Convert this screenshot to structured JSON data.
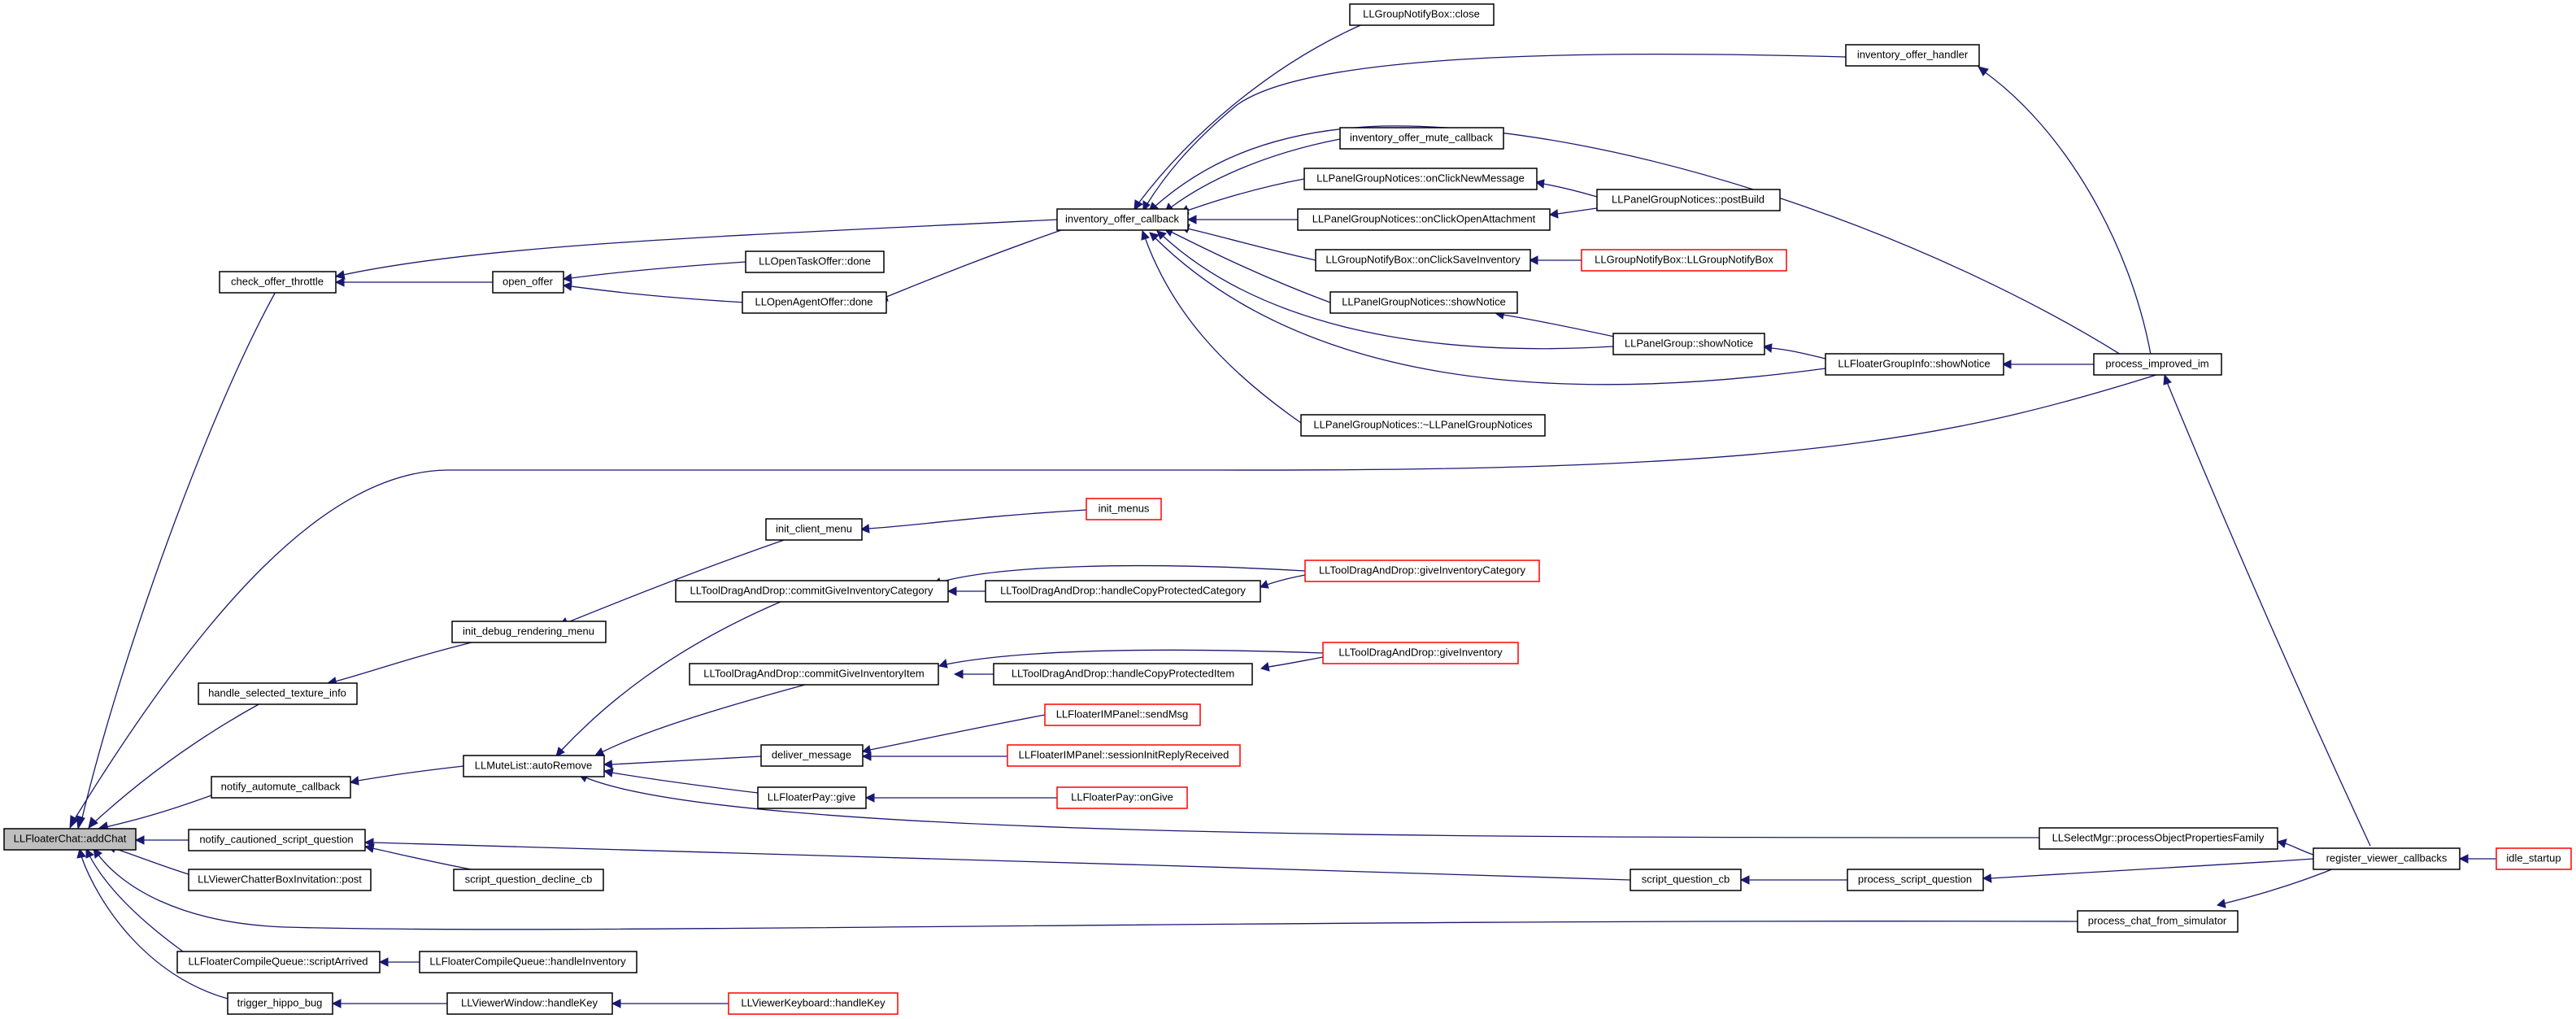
{
  "colors": {
    "edge": "#191970",
    "truncated_border": "#ff0000",
    "root_fill": "#bfbfbf"
  },
  "nodes": {
    "n_addChat": "LLFloaterChat::addChat",
    "n_check_offer_throttle": "check_offer_throttle",
    "n_open_offer": "open_offer",
    "n_opentask_done": "LLOpenTaskOffer::done",
    "n_openagent_done": "LLOpenAgentOffer::done",
    "n_inventory_offer_callback": "inventory_offer_callback",
    "n_groupnotifybox_close": "LLGroupNotifyBox::close",
    "n_inventory_offer_handler": "inventory_offer_handler",
    "n_inventory_offer_mute_callback": "inventory_offer_mute_callback",
    "n_onclicknewmessage": "LLPanelGroupNotices::onClickNewMessage",
    "n_onclickopenattachment": "LLPanelGroupNotices::onClickOpenAttachment",
    "n_postbuild": "LLPanelGroupNotices::postBuild",
    "n_onclicksaveinventory": "LLGroupNotifyBox::onClickSaveInventory",
    "n_groupnotifybox_ctor": "LLGroupNotifyBox::LLGroupNotifyBox",
    "n_panelgroupnotices_shownotice": "LLPanelGroupNotices::showNotice",
    "n_panelgroup_shownotice": "LLPanelGroup::showNotice",
    "n_floatergroupinfo_shownotice": "LLFloaterGroupInfo::showNotice",
    "n_process_improved_im": "process_improved_im",
    "n_panelgroupnotices_dtor": "LLPanelGroupNotices::~LLPanelGroupNotices",
    "n_init_client_menu": "init_client_menu",
    "n_init_menus": "init_menus",
    "n_commitgiveinventorycategory": "LLToolDragAndDrop::commitGiveInventoryCategory",
    "n_handlecopyprotectedcategory": "LLToolDragAndDrop::handleCopyProtectedCategory",
    "n_giveinventorycategory": "LLToolDragAndDrop::giveInventoryCategory",
    "n_init_debug_rendering_menu": "init_debug_rendering_menu",
    "n_commitgiveinventoryitem": "LLToolDragAndDrop::commitGiveInventoryItem",
    "n_handlecopyprotecteditem": "LLToolDragAndDrop::handleCopyProtectedItem",
    "n_giveinventory": "LLToolDragAndDrop::giveInventory",
    "n_handle_selected_texture_info": "handle_selected_texture_info",
    "n_sendmsg": "LLFloaterIMPanel::sendMsg",
    "n_deliver_message": "deliver_message",
    "n_sessioninitreplyreceived": "LLFloaterIMPanel::sessionInitReplyReceived",
    "n_notify_automute_callback": "notify_automute_callback",
    "n_mutelist_autoremove": "LLMuteList::autoRemove",
    "n_floaterpay_give": "LLFloaterPay::give",
    "n_floaterpay_ongive": "LLFloaterPay::onGive",
    "n_notify_cautioned_script_question": "notify_cautioned_script_question",
    "n_processobjectpropertiesfamily": "LLSelectMgr::processObjectPropertiesFamily",
    "n_register_viewer_callbacks": "register_viewer_callbacks",
    "n_idle_startup": "idle_startup",
    "n_chatterbox_post": "LLViewerChatterBoxInvitation::post",
    "n_script_question_decline_cb": "script_question_decline_cb",
    "n_script_question_cb": "script_question_cb",
    "n_process_script_question": "process_script_question",
    "n_process_chat_from_simulator": "process_chat_from_simulator",
    "n_compilequeue_scriptarrived": "LLFloaterCompileQueue::scriptArrived",
    "n_compilequeue_handleinventory": "LLFloaterCompileQueue::handleInventory",
    "n_trigger_hippo_bug": "trigger_hippo_bug",
    "n_viewerwindow_handlekey": "LLViewerWindow::handleKey",
    "n_viewerkeyboard_handlekey": "LLViewerKeyboard::handleKey"
  }
}
